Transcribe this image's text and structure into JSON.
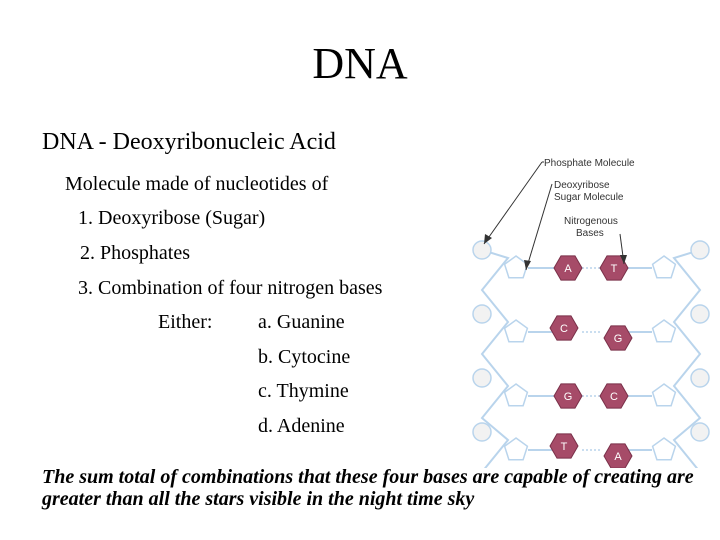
{
  "slide": {
    "title": "DNA",
    "subtitle": "DNA - Deoxyribonucleic Acid",
    "lines": [
      "Molecule made of nucleotides of",
      "1.  Deoxyribose  (Sugar)",
      "2. Phosphates",
      "3.  Combination of four nitrogen bases",
      "Either:",
      "a. Guanine",
      "b. Cytocine",
      "c. Thymine",
      "d. Adenine"
    ],
    "footer": "The sum total of combinations that these four bases are capable of creating are greater than all the stars visible in the night time sky"
  },
  "diagram": {
    "labels": {
      "phosphate": "Phosphate Molecule",
      "sugar_line1": "Deoxyribose",
      "sugar_line2": "Sugar Molecule",
      "bases_line1": "Nitrogenous",
      "bases_line2": "Bases"
    },
    "base_pairs": [
      {
        "left": "A",
        "right": "T"
      },
      {
        "left": "C",
        "right": "G"
      },
      {
        "left": "G",
        "right": "C"
      },
      {
        "left": "T",
        "right": "A"
      }
    ],
    "colors": {
      "backbone": "#b9d4ec",
      "base_fill": "#a64b68",
      "pentagon_fill": "#ffffff",
      "phosphate_fill": "#f2f2f2"
    }
  }
}
